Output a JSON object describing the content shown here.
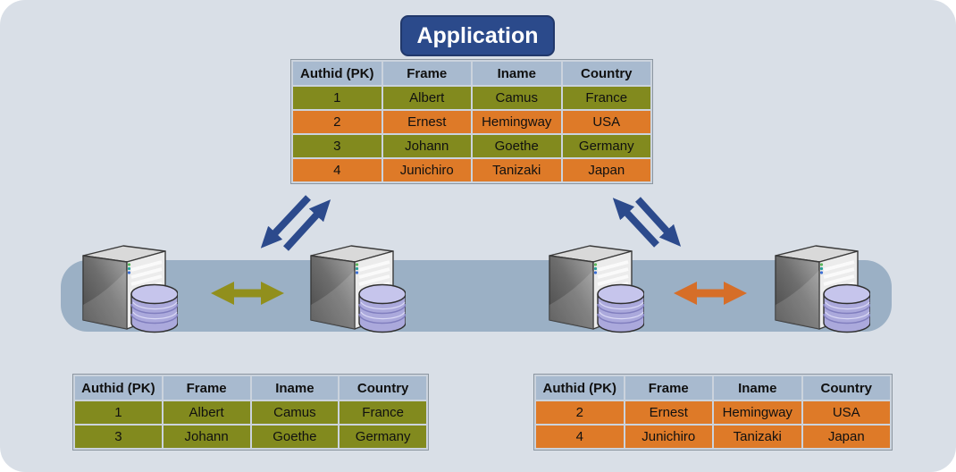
{
  "application_badge": {
    "label": "Application"
  },
  "colors": {
    "canvas_bg": "#D9DFE7",
    "band_bg": "#9BB0C5",
    "table_header_bg": "#A8BACF",
    "partition_olive": "#828A1E",
    "partition_orange": "#DE7A28",
    "badge_bg": "#2B4A8B",
    "arrow_blue": "#2C4A8C",
    "arrow_olive": "#918F1C",
    "arrow_orange": "#D66E28"
  },
  "tables": {
    "application": {
      "headers": [
        "Authid (PK)",
        "Frame",
        "Iname",
        "Country"
      ],
      "rows": [
        {
          "cells": [
            "1",
            "Albert",
            "Camus",
            "France"
          ],
          "variant": "olive"
        },
        {
          "cells": [
            "2",
            "Ernest",
            "Hemingway",
            "USA"
          ],
          "variant": "orange"
        },
        {
          "cells": [
            "3",
            "Johann",
            "Goethe",
            "Germany"
          ],
          "variant": "olive"
        },
        {
          "cells": [
            "4",
            "Junichiro",
            "Tanizaki",
            "Japan"
          ],
          "variant": "orange"
        }
      ]
    },
    "shard_left": {
      "headers": [
        "Authid (PK)",
        "Frame",
        "Iname",
        "Country"
      ],
      "rows": [
        {
          "cells": [
            "1",
            "Albert",
            "Camus",
            "France"
          ],
          "variant": "olive"
        },
        {
          "cells": [
            "3",
            "Johann",
            "Goethe",
            "Germany"
          ],
          "variant": "olive"
        }
      ]
    },
    "shard_right": {
      "headers": [
        "Authid (PK)",
        "Frame",
        "Iname",
        "Country"
      ],
      "rows": [
        {
          "cells": [
            "2",
            "Ernest",
            "Hemingway",
            "USA"
          ],
          "variant": "orange"
        },
        {
          "cells": [
            "4",
            "Junichiro",
            "Tanizaki",
            "Japan"
          ],
          "variant": "orange"
        }
      ]
    }
  },
  "icons": {
    "servers": [
      "server-db-icon-1",
      "server-db-icon-2",
      "server-db-icon-3",
      "server-db-icon-4"
    ],
    "arrows": [
      "app-left-down-arrow",
      "app-left-up-arrow",
      "app-right-up-arrow",
      "app-right-down-arrow",
      "left-cluster-sync-arrow",
      "right-cluster-sync-arrow"
    ]
  }
}
